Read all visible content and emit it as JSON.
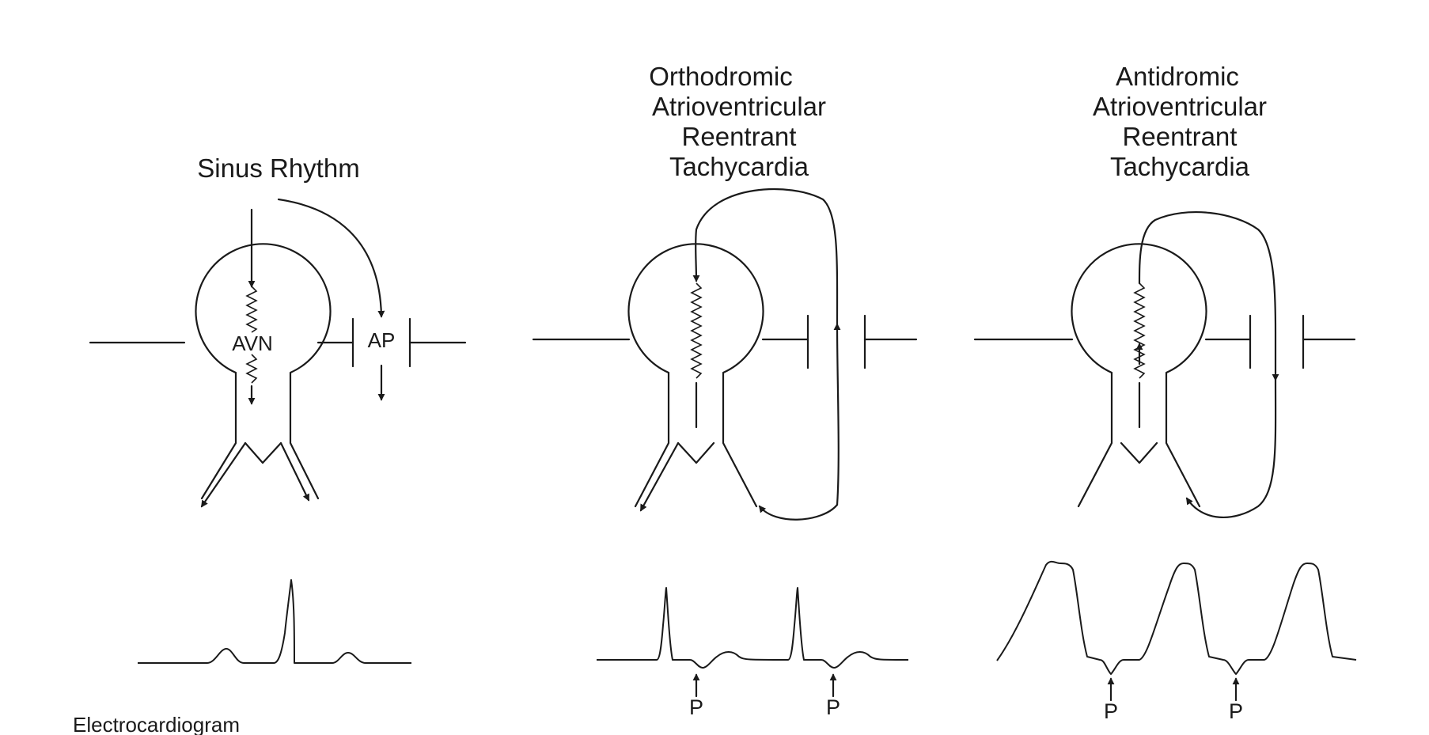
{
  "panels": {
    "sinus": {
      "title": [
        "Sinus Rhythm"
      ],
      "avn_label": "AVN",
      "ap_label": "AP"
    },
    "orthodromic": {
      "title": [
        "Orthodromic",
        "Atrioventricular",
        "Reentrant",
        "Tachycardia"
      ],
      "p_labels": [
        "P",
        "P"
      ]
    },
    "antidromic": {
      "title": [
        "Antidromic",
        "Atrioventricular",
        "Reentrant",
        "Tachycardia"
      ],
      "p_labels": [
        "P",
        "P"
      ]
    }
  },
  "footer_label": "Electrocardiogram"
}
